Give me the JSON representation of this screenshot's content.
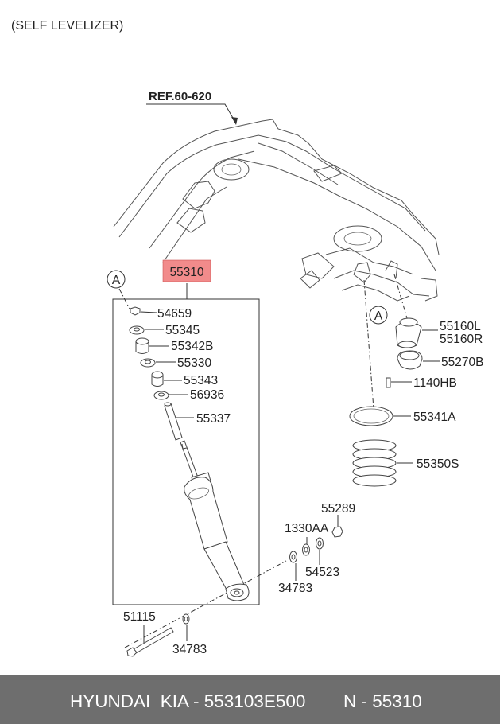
{
  "header": {
    "note": "(SELF LEVELIZER)"
  },
  "reference": {
    "label": "REF.60-620"
  },
  "highlight": {
    "part": "55310",
    "color": "#f28b8b"
  },
  "callouts": {
    "left": "A",
    "right": "A"
  },
  "parts": {
    "p54659": "54659",
    "p55345": "55345",
    "p55342B": "55342B",
    "p55330": "55330",
    "p55343": "55343",
    "p56936": "56936",
    "p55337": "55337",
    "p55160L": "55160L",
    "p55160R": "55160R",
    "p55270B": "55270B",
    "p1140HB": "1140HB",
    "p55341A": "55341A",
    "p55350S": "55350S",
    "p55289": "55289",
    "p1330AA": "1330AA",
    "p54523": "54523",
    "p34783a": "34783",
    "p51115": "51115",
    "p34783b": "34783"
  },
  "footer": {
    "brand": "HYUNDAI  KIA - 553103E500",
    "part_number": "N - 55310",
    "background": "#6e6e6e"
  }
}
